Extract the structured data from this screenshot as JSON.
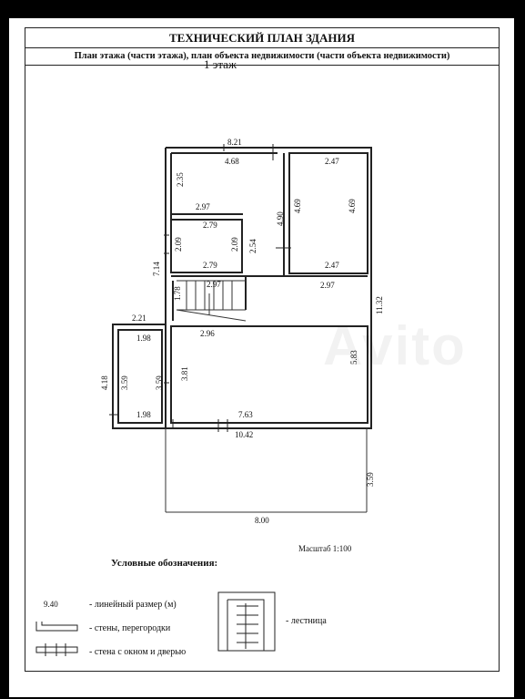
{
  "header": {
    "title": "ТЕХНИЧЕСКИЙ ПЛАН ЗДАНИЯ",
    "subtitle": "План этажа (части этажа), план объекта недвижимости (части объекта недвижимости)"
  },
  "floor_label": "1 этаж",
  "dimensions": {
    "top_outer": "8.21",
    "top_inner": "4.68",
    "left_upper_room": "2.35",
    "upper_left_width": "2.97",
    "right_room_top": "2.47",
    "right_room_h_outer": "4.90",
    "right_room_h1": "4.69",
    "right_room_h2": "4.69",
    "right_room_bottom": "2.47",
    "small_room_top": "2.79",
    "small_room_left": "2.09",
    "small_room_right": "2.09",
    "small_room_bottom": "2.79",
    "corridor_height": "2.54",
    "left_total": "7.14",
    "stair_depth": "1.78",
    "stair_width": "2.97",
    "right_dim": "2.97",
    "right_total": "11.32",
    "annex_offset": "2.21",
    "hall_top": "2.96",
    "annex_top": "1.98",
    "annex_outer_h": "4.18",
    "annex_h1": "3.59",
    "annex_h2": "3.59",
    "hall_left_h": "3.81",
    "hall_right_h": "5.83",
    "annex_bottom": "1.98",
    "hall_bottom": "7.63",
    "bottom_total": "10.42",
    "terrace_h": "3.59",
    "terrace_w": "8.00"
  },
  "scale_label": "Масштаб 1:100",
  "legend": {
    "title": "Условные обозначения:",
    "sample_value": "9.40",
    "items": [
      "- линейный размер (м)",
      "- стены, перегородки",
      "- стена с окном и дверью",
      "- лестница"
    ]
  },
  "watermark": "Avito"
}
